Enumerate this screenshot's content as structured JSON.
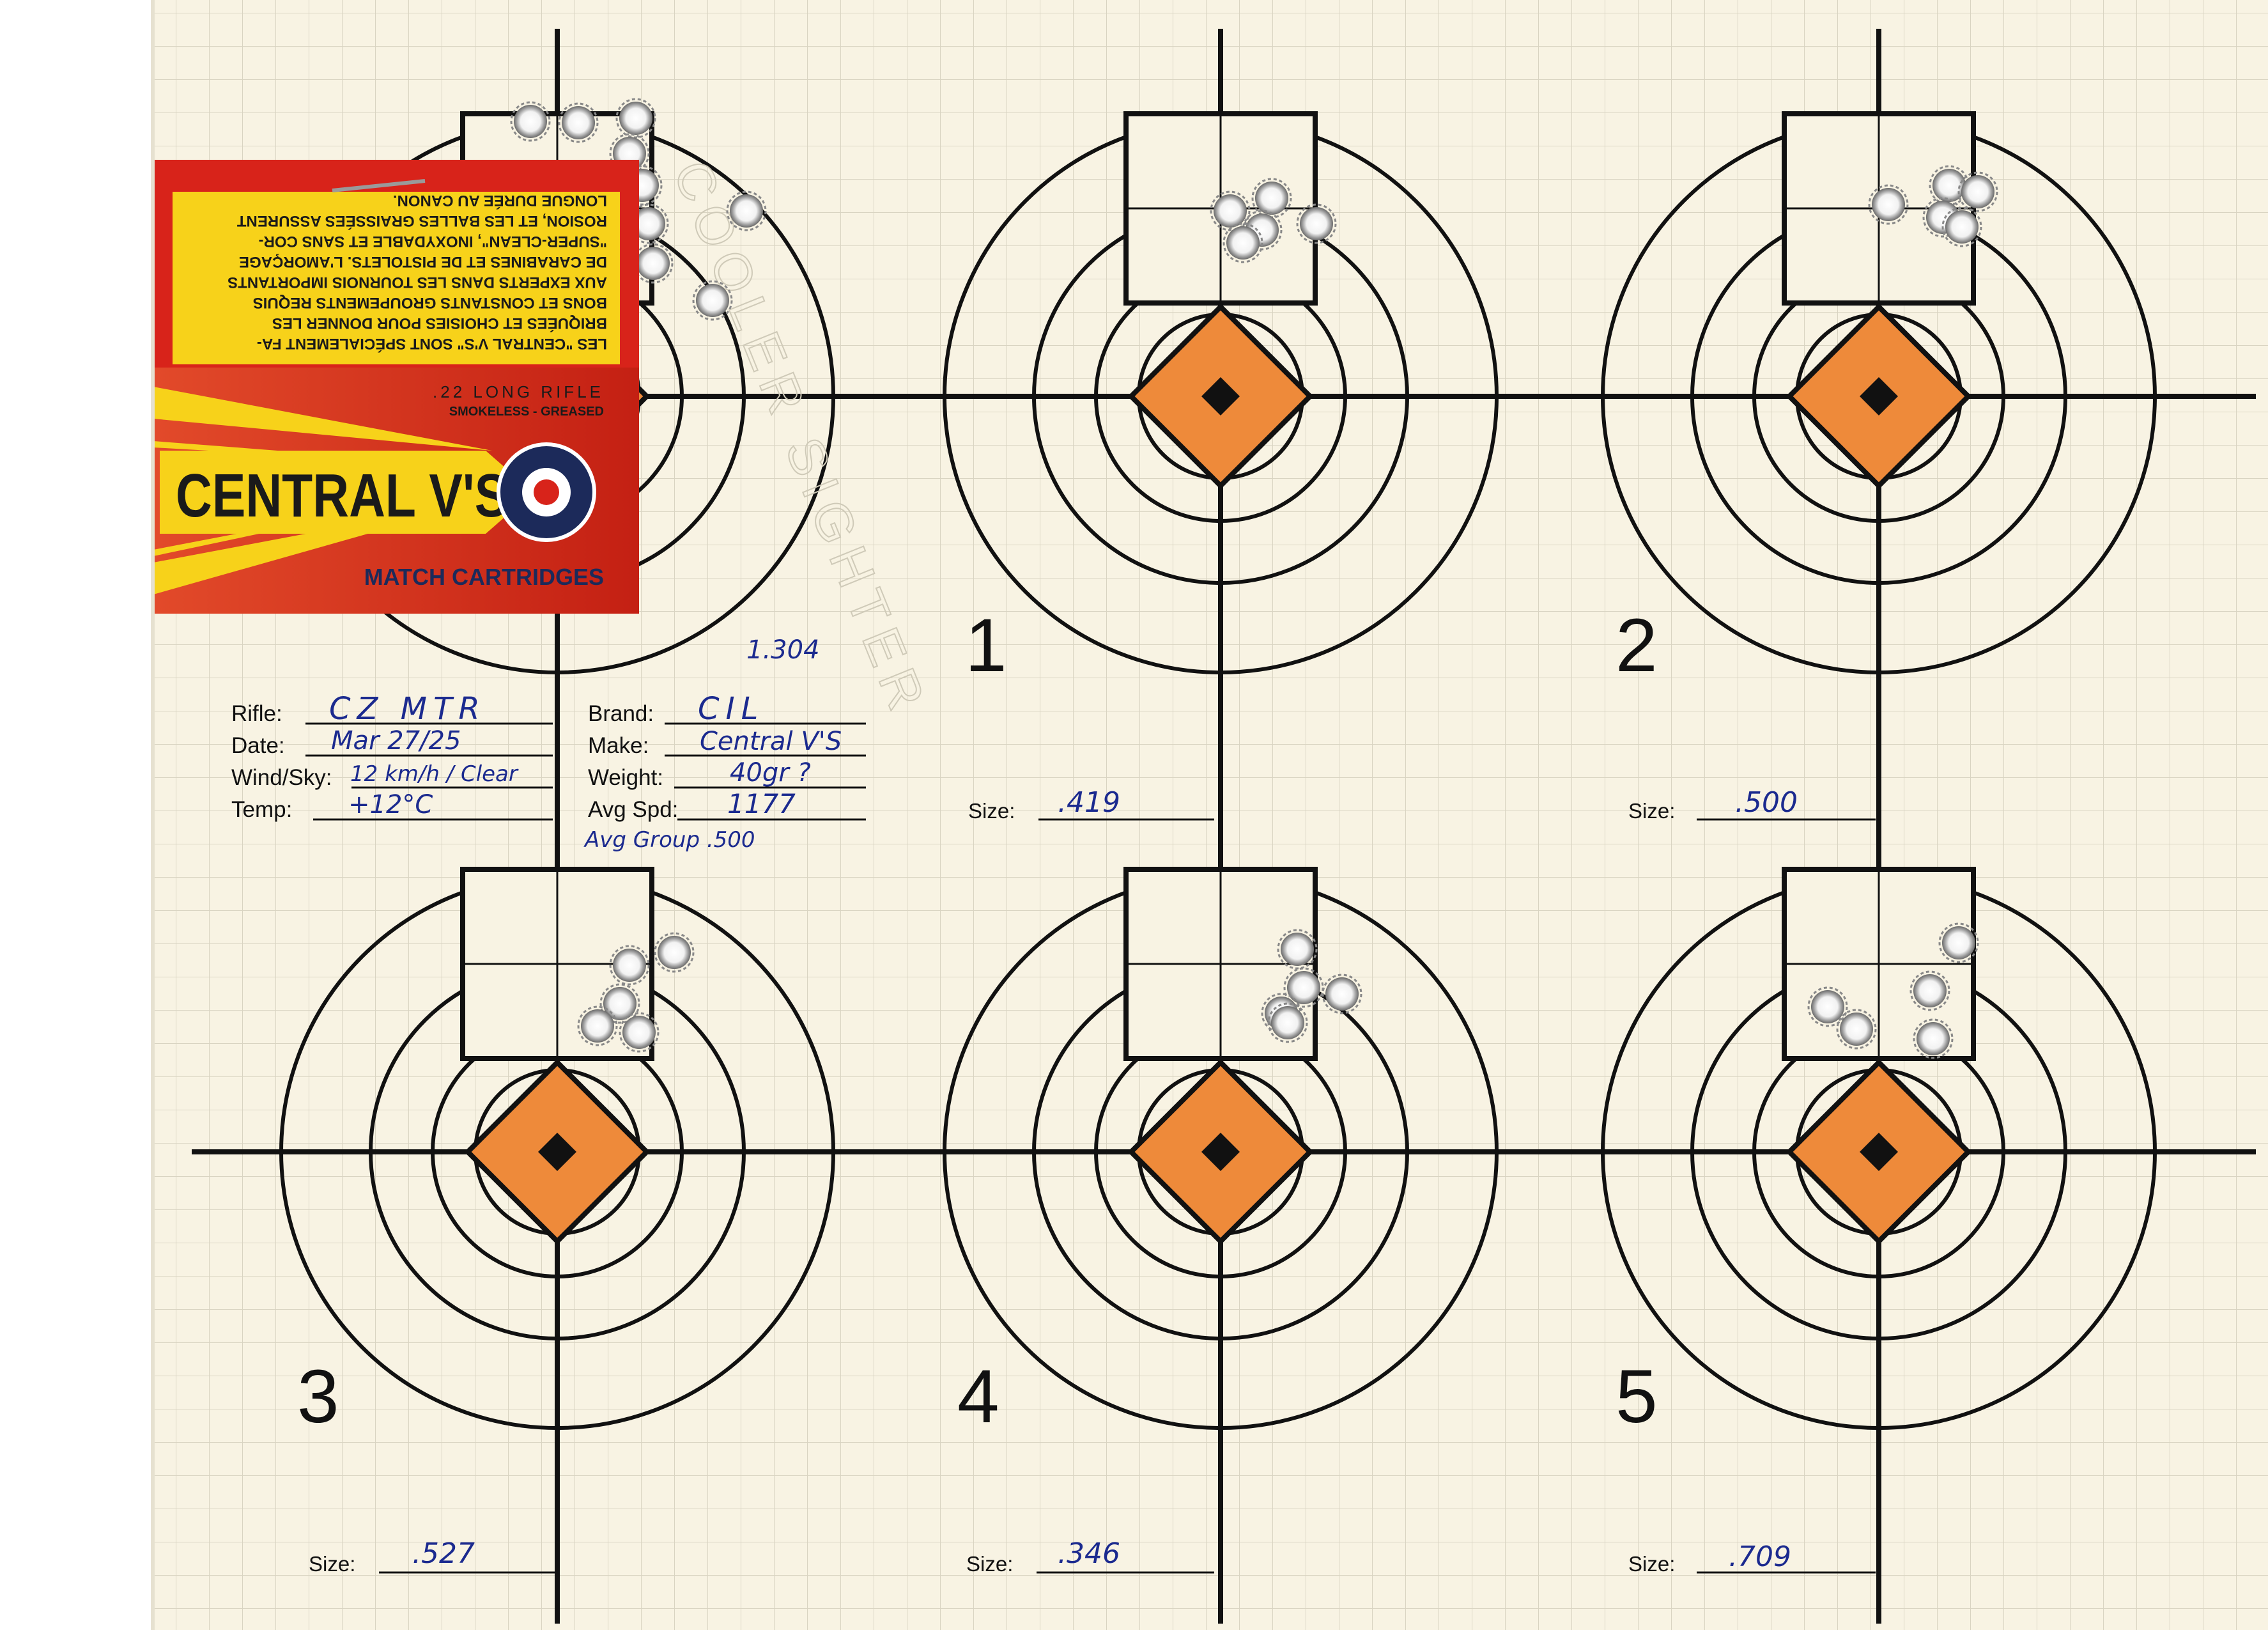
{
  "colors": {
    "paper": "#f8f3e3",
    "grid": "#d9d4c2",
    "ink": "#111111",
    "pen": "#1b2a8f",
    "diamond": "#ee8a3a",
    "box_red": "#d8231a",
    "box_yellow": "#f7d21a",
    "box_navy": "#1c2a5a"
  },
  "targets": {
    "t1": {
      "number": "1",
      "size_label": "Size:",
      "size_value": ".419"
    },
    "t2": {
      "number": "2",
      "size_label": "Size:",
      "size_value": ".500"
    },
    "t3": {
      "number": "3",
      "size_label": "Size:",
      "size_value": ".527"
    },
    "t4": {
      "number": "4",
      "size_label": "Size:",
      "size_value": ".346"
    },
    "t5": {
      "number": "5",
      "size_label": "Size:",
      "size_value": ".709"
    }
  },
  "info": {
    "rifle_label": "Rifle:",
    "rifle_value": "CZ MTR",
    "date_label": "Date:",
    "date_value": "Mar 27/25",
    "wind_label": "Wind/Sky:",
    "wind_value": "12 km/h / Clear",
    "temp_label": "Temp:",
    "temp_value": "+12°C",
    "brand_label": "Brand:",
    "brand_value": "CIL",
    "make_label": "Make:",
    "make_value": "Central V'S",
    "weight_label": "Weight:",
    "weight_value": "40gr ?",
    "speed_label": "Avg Spd:",
    "speed_value": "1177",
    "avg_group": "Avg Group .500",
    "sighter_size": "1.304"
  },
  "sighter_text": "COOLER SIGHTER",
  "ammo_box": {
    "caliber": ".22 LONG RIFLE",
    "subtitle": "SMOKELESS - GREASED",
    "brand": "CENTRAL V'S",
    "product": "MATCH CARTRIDGES",
    "french_lines": [
      "LES \"CENTRAL V'S\" SONT SPÉCIALEMENT FA-",
      "BRIQUÉES ET CHOISIES POUR DONNER LES",
      "BONS ET CONSTANTS GROUPEMENTS REQUIS",
      "AUX EXPERTS DANS LES TOURNOIS IMPORTANTS",
      "DE CARABINES ET DE PISTOLETS. L'AMORÇAGE",
      "\"SUPER-CLEAN\", INOXYDABLE ET SANS COR-",
      "ROSION, ET LES BALLES GRAISSÉES ASSURENT",
      "LONGUE DURÉE AU CANON."
    ]
  }
}
